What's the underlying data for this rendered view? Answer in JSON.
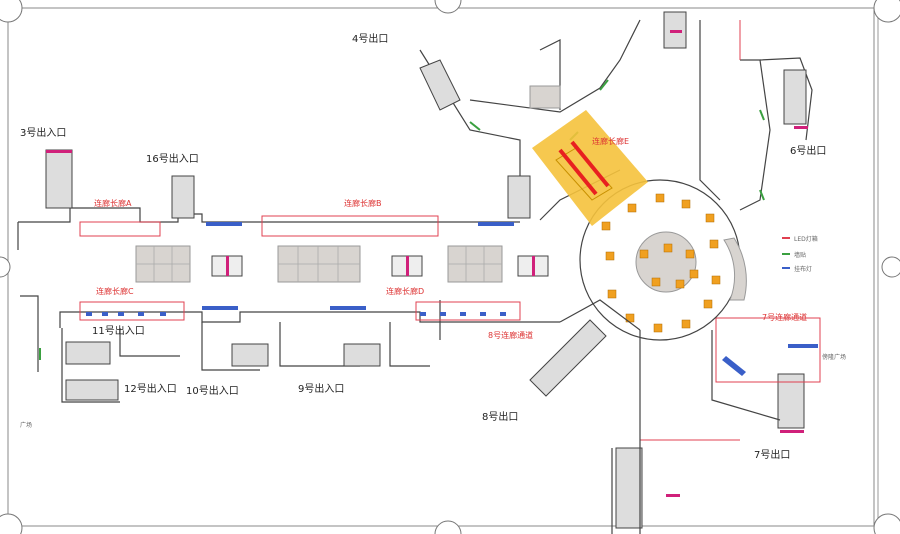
{
  "exits": {
    "e4": "4号出口",
    "e3": "3号出入口",
    "e16": "16号出入口",
    "e11": "11号出入口",
    "e12": "12号出入口",
    "e10": "10号出入口",
    "e9": "9号出入口",
    "e8": "8号出口",
    "e6": "6号出口",
    "e7": "7号出口"
  },
  "labels": {
    "plaza": "广场",
    "dong_plaza": "傍隆广场",
    "zoneA": "连廊长廊A",
    "zoneB": "连廊长廊B",
    "zoneC": "连廊长廊C",
    "zoneD": "连廊长廊D",
    "zoneE": "连廊长廊E",
    "zone7": "7号连廊通道",
    "zone8": "8号连廊通道"
  },
  "legend": {
    "item1": "LED灯箱",
    "item2": "墙贴",
    "item3": "挂布灯"
  },
  "colors": {
    "line": "#444444",
    "accent_red": "#e04050",
    "highlight": "#f5c23c",
    "ad_orange": "#f0a020",
    "ad_blue": "#3a5fc8",
    "green": "#3aa040",
    "pink": "#d0207a"
  }
}
